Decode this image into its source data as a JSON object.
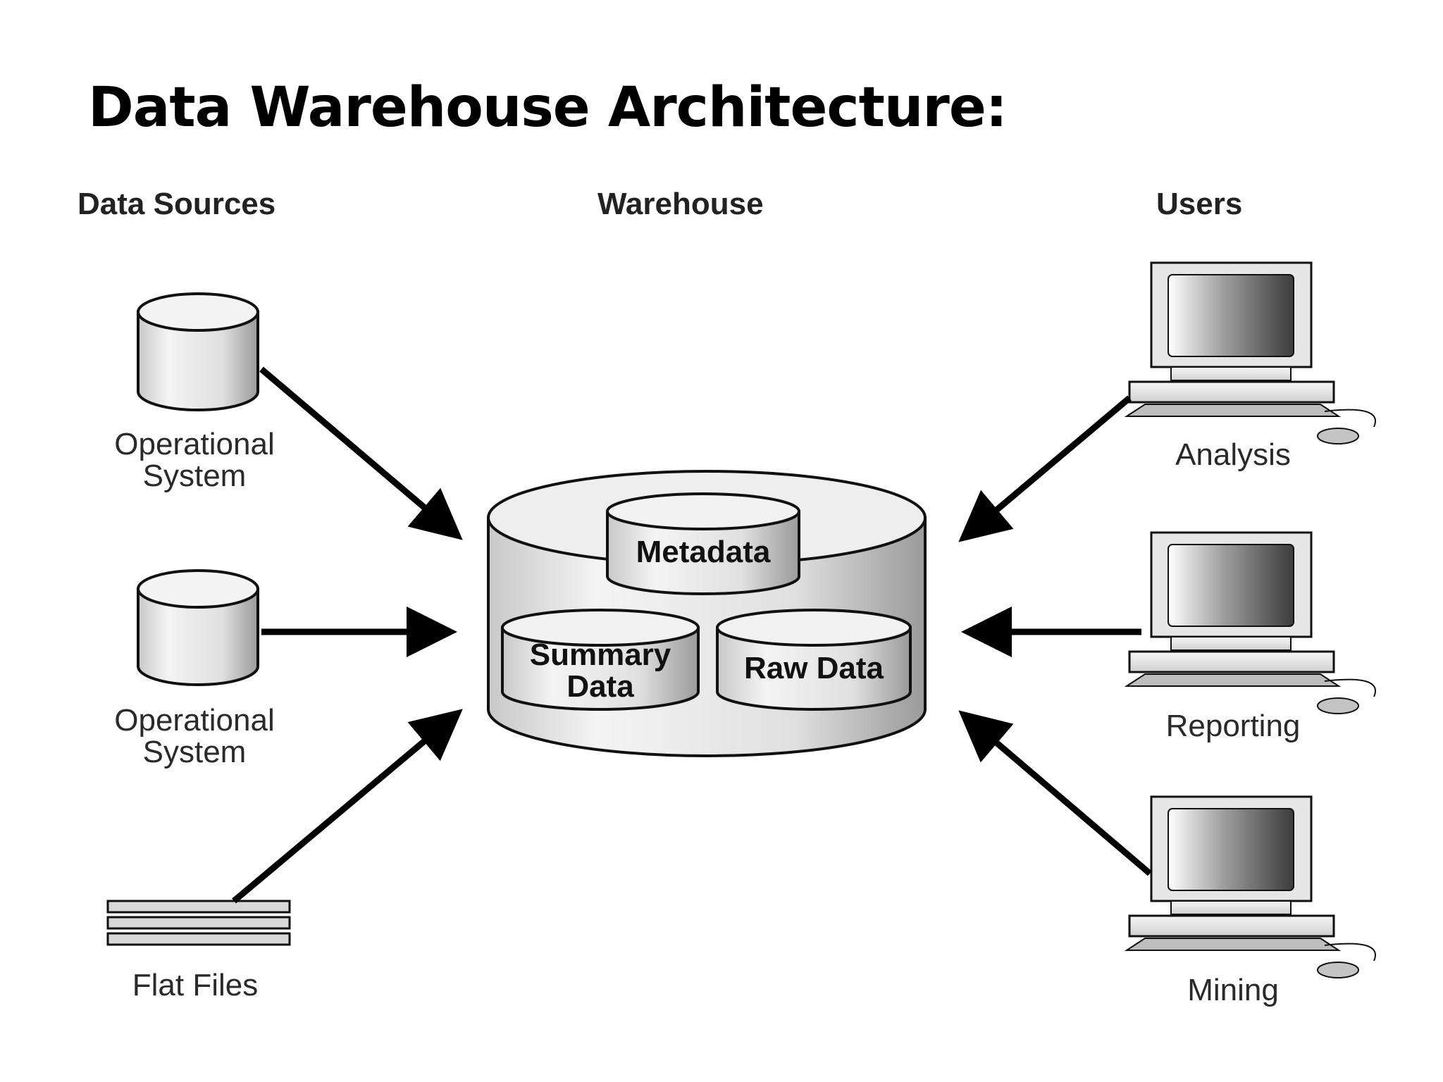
{
  "title": "Data Warehouse Architecture:",
  "columns": {
    "sources": "Data Sources",
    "warehouse": "Warehouse",
    "users": "Users"
  },
  "sources": [
    {
      "label_line1": "Operational",
      "label_line2": "System",
      "icon": "database-cylinder-icon"
    },
    {
      "label_line1": "Operational",
      "label_line2": "System",
      "icon": "database-cylinder-icon"
    },
    {
      "label": "Flat Files",
      "icon": "flat-files-icon"
    }
  ],
  "warehouse": {
    "metadata": "Metadata",
    "summary_line1": "Summary",
    "summary_line2": "Data",
    "raw": "Raw Data"
  },
  "users": [
    {
      "label": "Analysis",
      "icon": "computer-icon"
    },
    {
      "label": "Reporting",
      "icon": "computer-icon"
    },
    {
      "label": "Mining",
      "icon": "computer-icon"
    }
  ]
}
